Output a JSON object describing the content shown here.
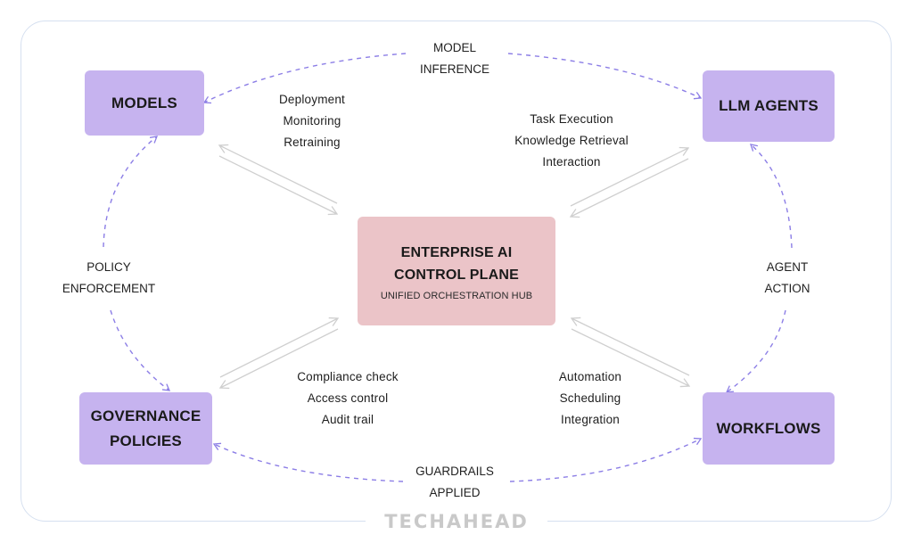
{
  "diagram": {
    "title": "Enterprise AI Control Plane",
    "center": {
      "title_lines": [
        "ENTERPRISE AI",
        "CONTROL PLANE"
      ],
      "subtitle": "UNIFIED ORCHESTRATION HUB"
    },
    "nodes": {
      "models": {
        "lines": [
          "MODELS"
        ]
      },
      "llm_agents": {
        "lines": [
          "LLM AGENTS"
        ]
      },
      "governance": {
        "lines": [
          "GOVERNANCE",
          "POLICIES"
        ]
      },
      "workflows": {
        "lines": [
          "WORKFLOWS"
        ]
      }
    },
    "link_labels": {
      "models": [
        "Deployment",
        "Monitoring",
        "Retraining"
      ],
      "llm_agents": [
        "Task Execution",
        "Knowledge Retrieval",
        "Interaction"
      ],
      "governance": [
        "Compliance check",
        "Access control",
        "Audit trail"
      ],
      "workflows": [
        "Automation",
        "Scheduling",
        "Integration"
      ]
    },
    "cycle_labels": {
      "top": [
        "MODEL",
        "INFERENCE"
      ],
      "right": [
        "AGENT",
        "ACTION"
      ],
      "bottom": [
        "GUARDRAILS",
        "APPLIED"
      ],
      "left": [
        "POLICY",
        "ENFORCEMENT"
      ]
    },
    "edges": [
      {
        "from": "models",
        "to": "llm_agents",
        "label": "top",
        "style": "dashed"
      },
      {
        "from": "workflows",
        "to": "llm_agents",
        "label": "right",
        "style": "dashed"
      },
      {
        "from": "llm_agents",
        "to": "workflows",
        "label": "right",
        "style": "dashed"
      },
      {
        "from": "governance",
        "to": "workflows",
        "label": "bottom",
        "style": "dashed"
      },
      {
        "from": "workflows",
        "to": "governance",
        "label": "bottom",
        "style": "dashed"
      },
      {
        "from": "governance",
        "to": "models",
        "label": "left",
        "style": "dashed"
      },
      {
        "from": "models",
        "to": "governance",
        "label": "left",
        "style": "dashed"
      },
      {
        "from": "llm_agents",
        "to": "models",
        "label": "top",
        "style": "dashed"
      },
      {
        "from": "center",
        "to": "models",
        "style": "bidirectional"
      },
      {
        "from": "center",
        "to": "llm_agents",
        "style": "bidirectional"
      },
      {
        "from": "center",
        "to": "governance",
        "style": "bidirectional"
      },
      {
        "from": "center",
        "to": "workflows",
        "style": "bidirectional"
      }
    ],
    "colors": {
      "node_fill": "#c6b3ef",
      "center_fill": "#ebc4c8",
      "dashed_edge": "#8c7ee6",
      "solid_edge": "#cfcfcf",
      "frame_border": "#d6e0f0",
      "brand_text": "#c9c9c9"
    }
  },
  "footer": {
    "brand": "TECHAHEAD"
  }
}
